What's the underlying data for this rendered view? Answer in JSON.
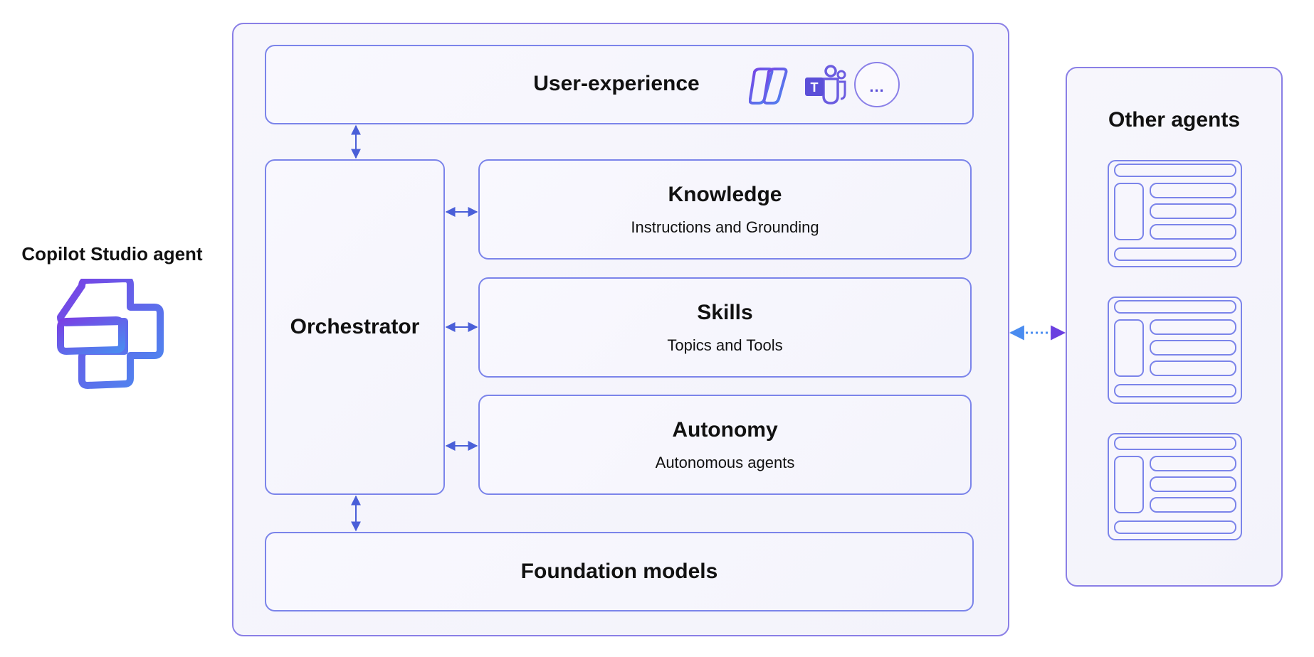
{
  "agent": {
    "label": "Copilot Studio agent",
    "icon": "copilot-studio-logo-icon"
  },
  "user_experience": {
    "title": "User-experience",
    "icons": [
      "copilot-icon",
      "teams-icon",
      "more-icon"
    ],
    "more_label": "..."
  },
  "orchestrator": {
    "title": "Orchestrator"
  },
  "knowledge": {
    "title": "Knowledge",
    "subtitle": "Instructions and Grounding"
  },
  "skills": {
    "title": "Skills",
    "subtitle": "Topics and Tools"
  },
  "autonomy": {
    "title": "Autonomy",
    "subtitle": "Autonomous agents"
  },
  "foundation": {
    "title": "Foundation models"
  },
  "other_agents": {
    "title": "Other agents",
    "cards": 3
  },
  "colors": {
    "accent_purple": "#6b3fe0",
    "accent_blue": "#4a8cf0",
    "border": "#7b84ea"
  }
}
